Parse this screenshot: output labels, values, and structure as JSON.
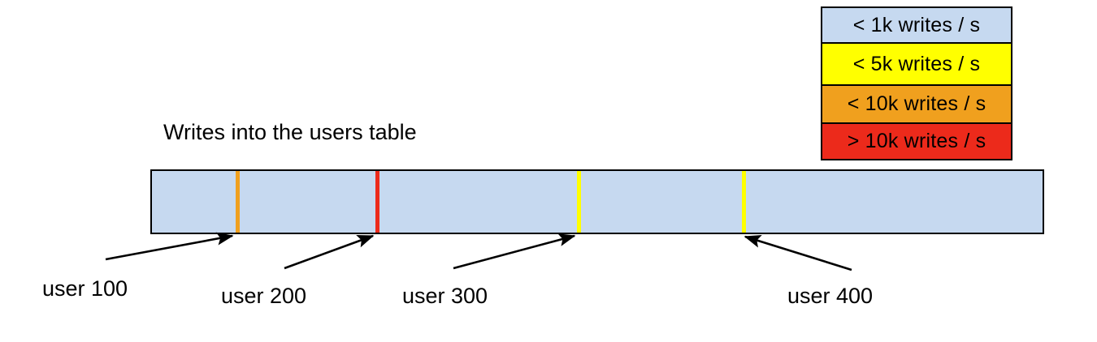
{
  "chart_data": {
    "type": "bar",
    "title": "Writes into the users table",
    "xlabel": "",
    "ylabel": "",
    "orientation": "horizontal",
    "description": "A single horizontal band representing the users table keyspace, shaded by write rate, with vertical boundary markers at user 100, user 200, user 300 and user 400.",
    "band_base_color": "#c6d9f0",
    "band_base_category": "< 1k writes / s",
    "categories": [
      "< 1k writes / s",
      "< 5k writes / s",
      "< 10k writes / s",
      "> 10k writes / s"
    ],
    "category_colors": [
      "#c6d9f0",
      "#ffff00",
      "#f0a01e",
      "#ec2a1b"
    ],
    "markers": [
      {
        "label": "user 100",
        "color": "#f0a01e",
        "category": "< 10k writes / s",
        "position_pct": 9.5
      },
      {
        "label": "user 200",
        "color": "#ec2a1b",
        "category": "> 10k writes / s",
        "position_pct": 25.2
      },
      {
        "label": "user 300",
        "color": "#ffff00",
        "category": "< 5k writes / s",
        "position_pct": 47.7
      },
      {
        "label": "user 400",
        "color": "#ffff00",
        "category": "< 5k writes / s",
        "position_pct": 66.2
      }
    ]
  },
  "legend": {
    "name": "write-rate-legend",
    "rows": [
      {
        "label": "< 1k writes / s",
        "color": "#c6d9f0"
      },
      {
        "label": "< 5k writes / s",
        "color": "#ffff00"
      },
      {
        "label": "< 10k writes / s",
        "color": "#f0a01e"
      },
      {
        "label": "> 10k writes / s",
        "color": "#ec2a1b"
      }
    ]
  },
  "diagram": {
    "title": "Writes into the users table",
    "band_color": "#c6d9f0",
    "border_color": "#000000",
    "callouts": [
      {
        "label": "user 100"
      },
      {
        "label": "user 200"
      },
      {
        "label": "user 300"
      },
      {
        "label": "user 400"
      }
    ]
  }
}
